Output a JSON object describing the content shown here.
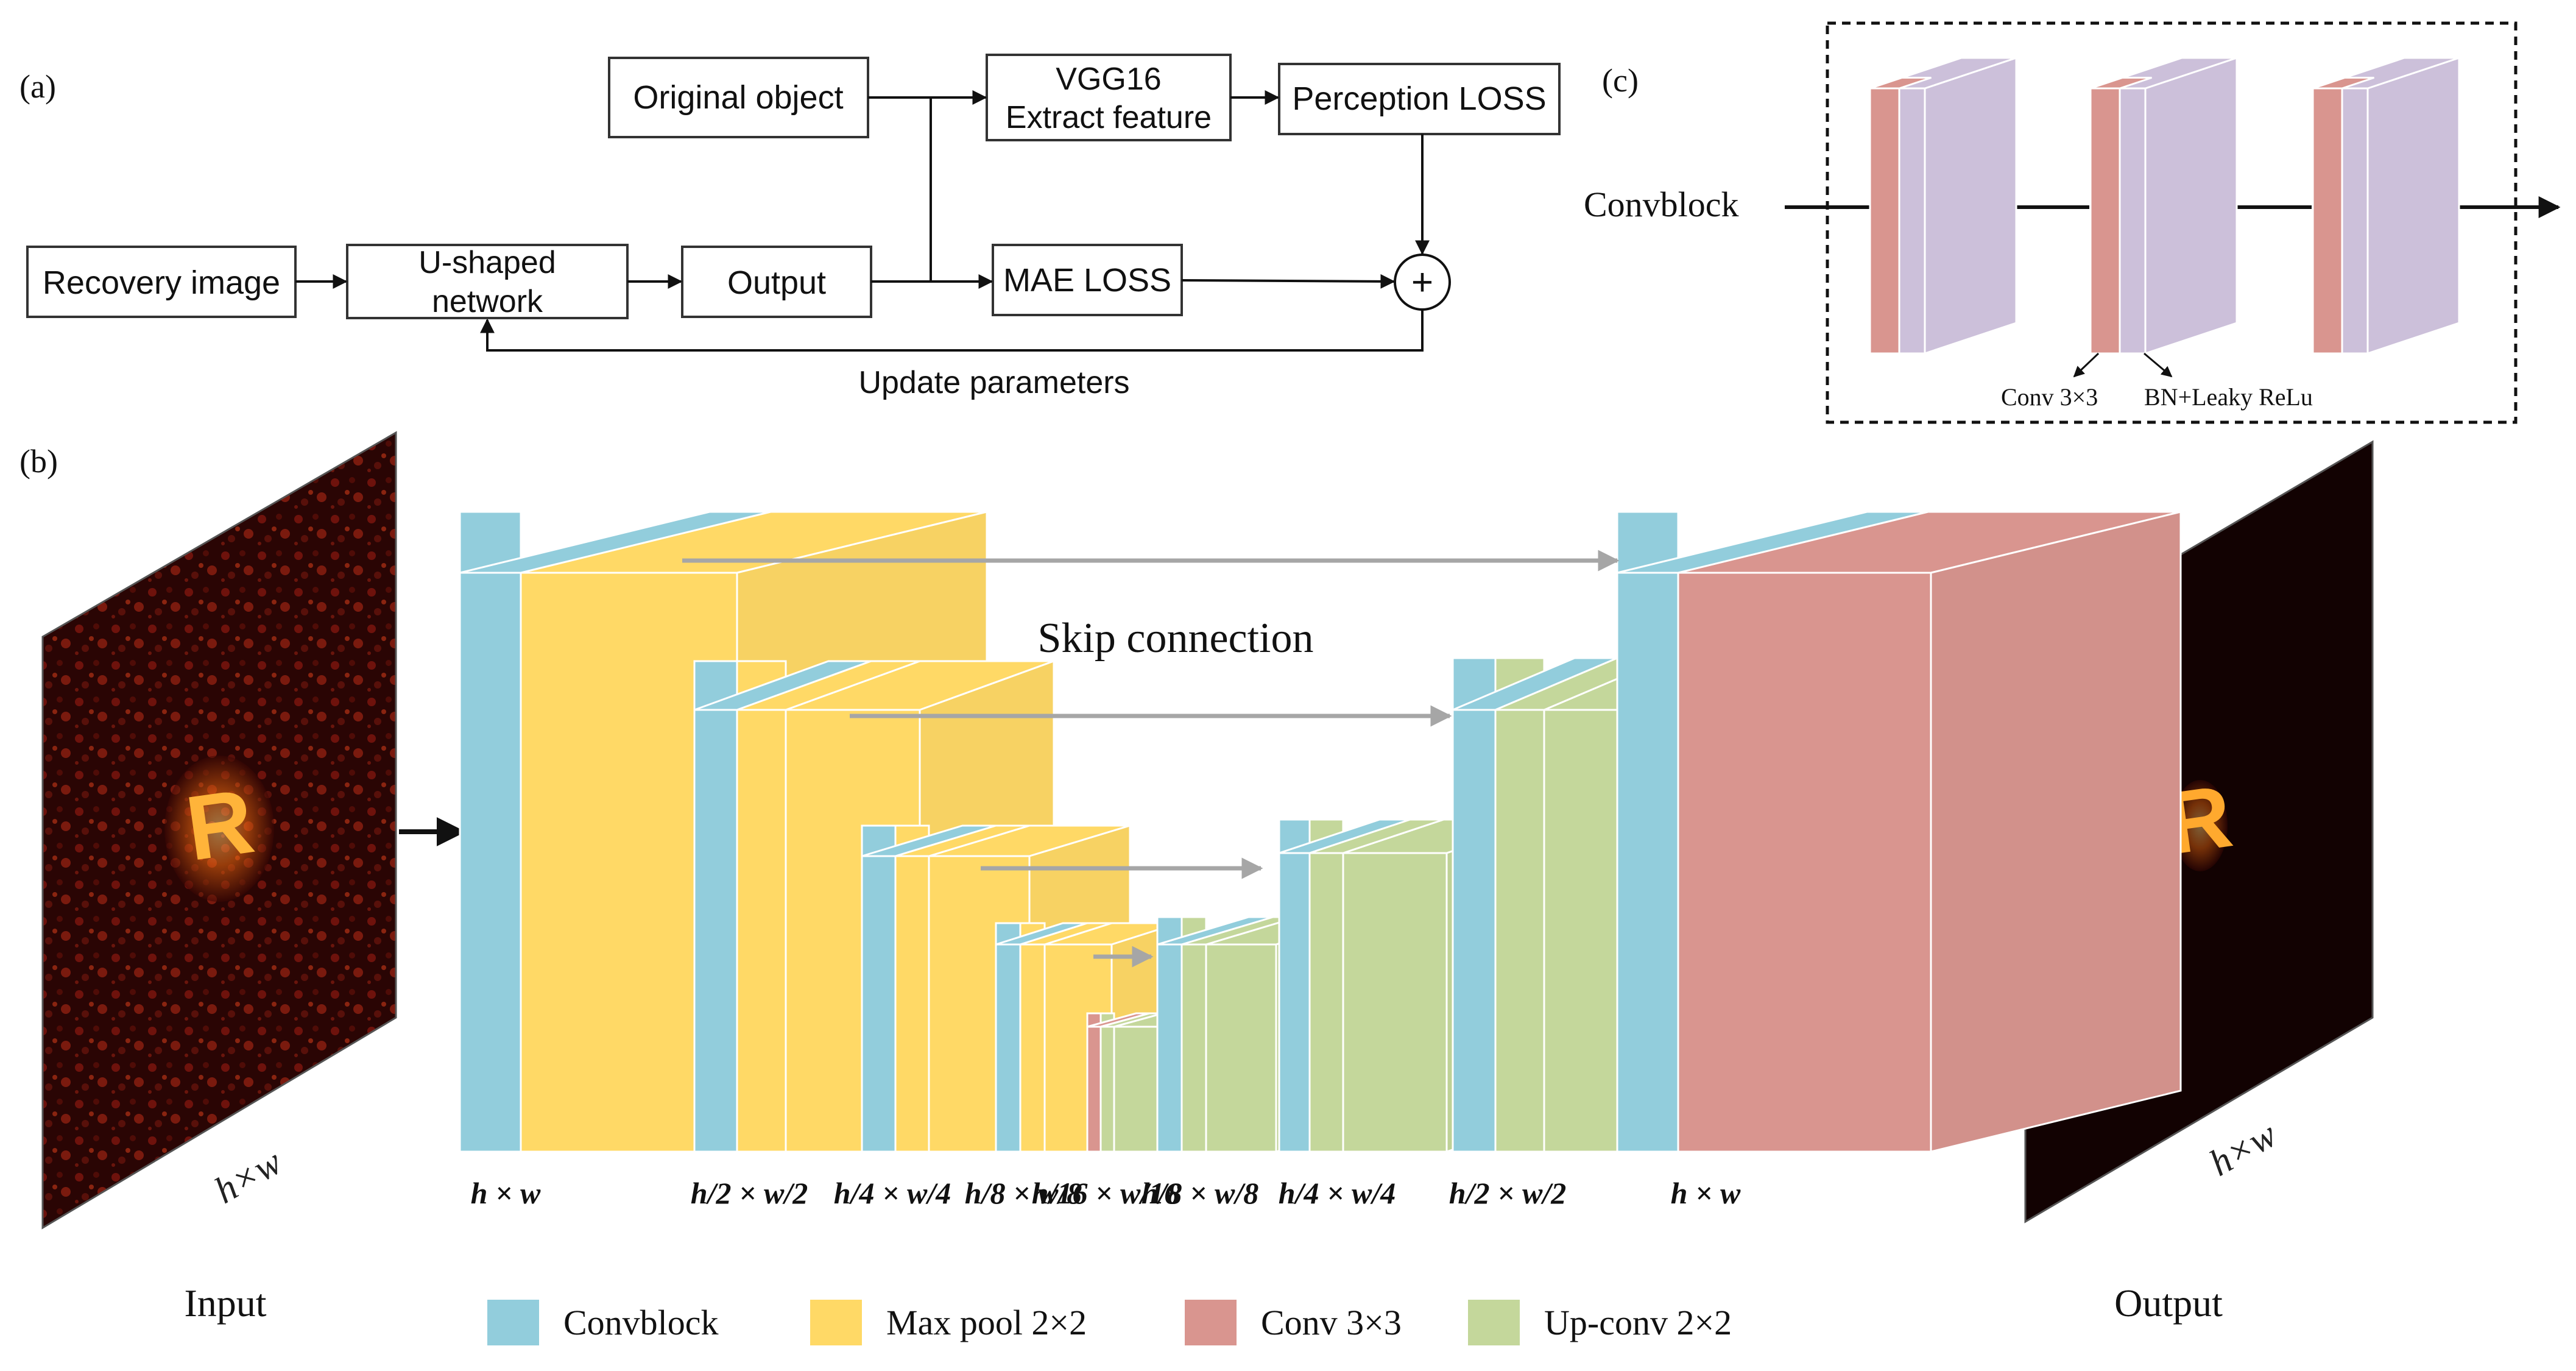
{
  "panels": {
    "a": "(a)",
    "b": "(b)",
    "c": "(c)"
  },
  "flow": {
    "original_object": "Original object",
    "vgg16_line1": "VGG16",
    "vgg16_line2": "Extract feature",
    "perception_loss": "Perception LOSS",
    "recovery_image": "Recovery image",
    "unet_line1": "U-shaped",
    "unet_line2": "network",
    "output": "Output",
    "mae_loss": "MAE LOSS",
    "sum_symbol": "+",
    "update_parameters": "Update parameters"
  },
  "convblock_panel": {
    "title": "Convblock",
    "conv_label": "Conv 3×3",
    "bn_label": "BN+Leaky ReLu"
  },
  "unet": {
    "skip_connection": "Skip connection",
    "input_label": "Input",
    "output_label": "Output",
    "input_size": "h×w",
    "output_size": "h×w",
    "input_glyph": "R",
    "output_glyph": "R",
    "dims": [
      "h × w",
      "h/2 × w/2",
      "h/4 × w/4",
      "h/8 × w/8",
      "h/16 × w/16",
      "h/8 × w/8",
      "h/4 × w/4",
      "h/2 × w/2",
      "h × w"
    ]
  },
  "legend": [
    {
      "label": "Convblock",
      "color": "#92CDDC"
    },
    {
      "label": "Max pool 2×2",
      "color": "#FFD966"
    },
    {
      "label": "Conv 3×3",
      "color": "#D9958F"
    },
    {
      "label": "Up-conv 2×2",
      "color": "#C4D79B"
    }
  ],
  "colors": {
    "convblock": "#92CDDC",
    "maxpool": "#FFD966",
    "conv": "#D9958F",
    "upconv": "#C4D79B",
    "lavender": "#CCC0DA"
  }
}
